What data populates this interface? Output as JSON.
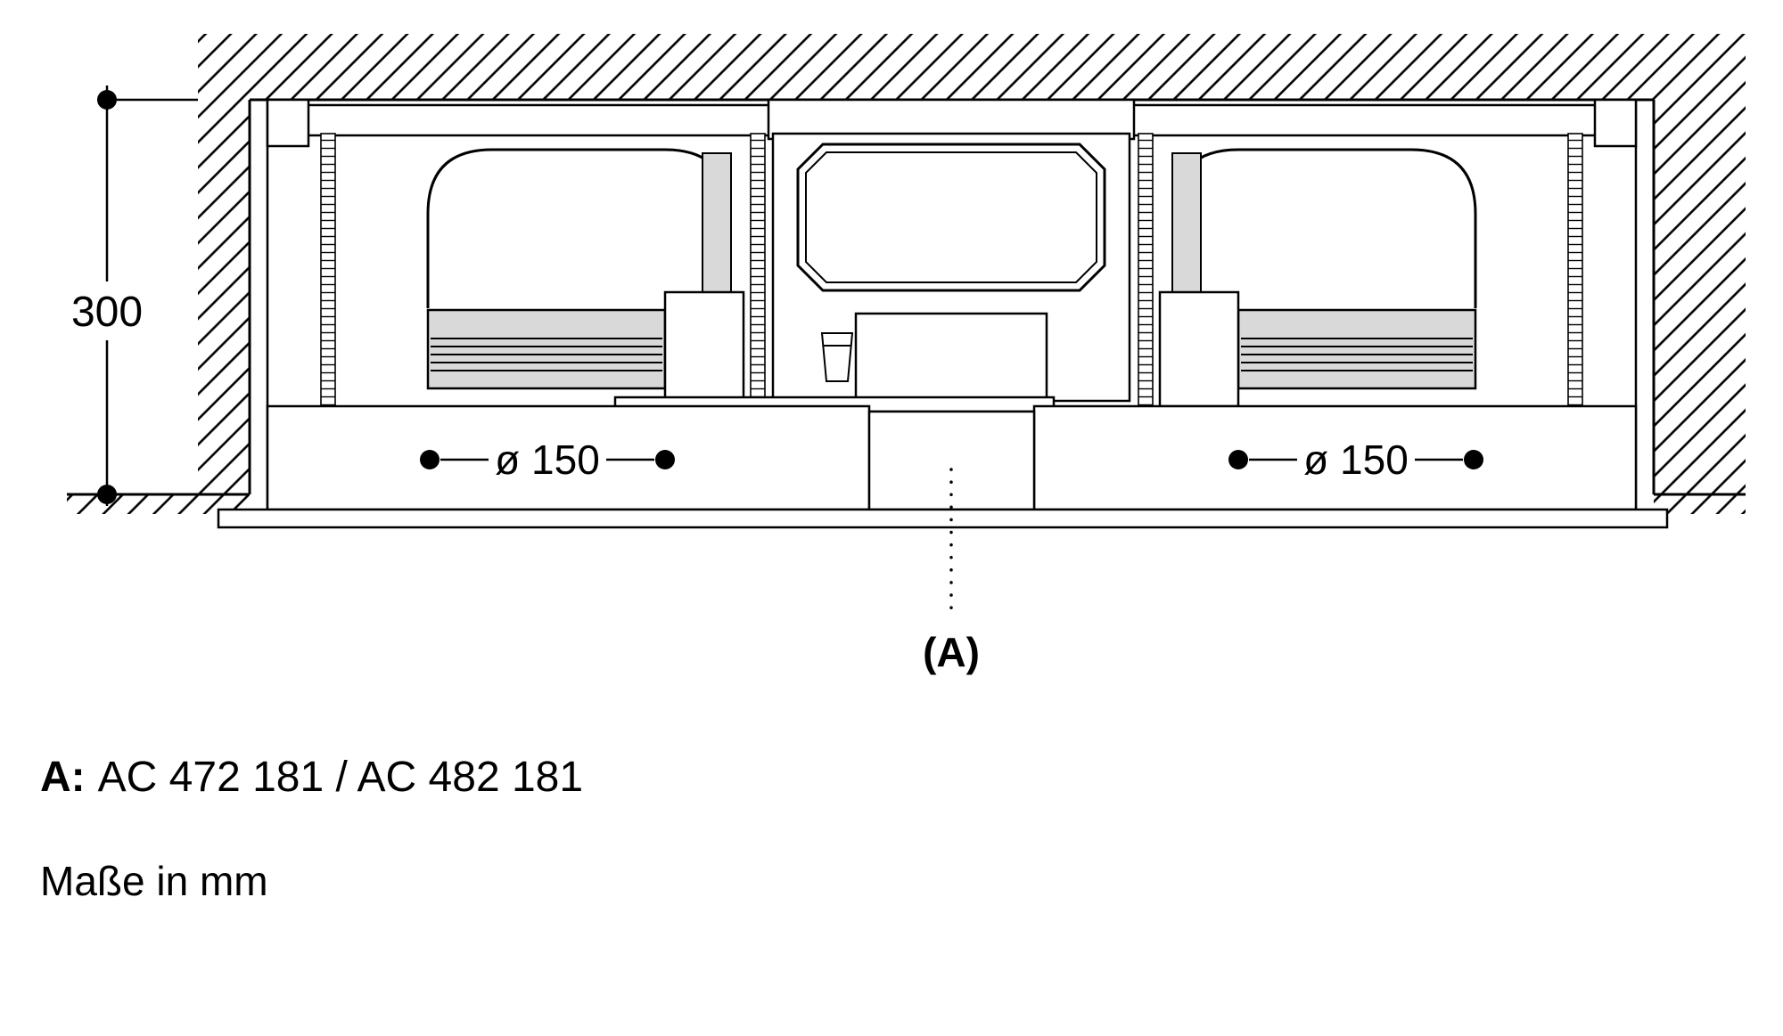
{
  "diagram": {
    "dimensions": {
      "height_mm": "300",
      "duct_left": "ø 150",
      "duct_right": "ø 150"
    },
    "labels": {
      "position_marker": "(A)"
    },
    "legend": {
      "key": "A:",
      "models": "AC 472 181 / AC 482 181"
    },
    "note": "Maße in mm",
    "colors": {
      "line": "#000000",
      "shading": "#d9d9d9",
      "background": "#ffffff"
    }
  }
}
